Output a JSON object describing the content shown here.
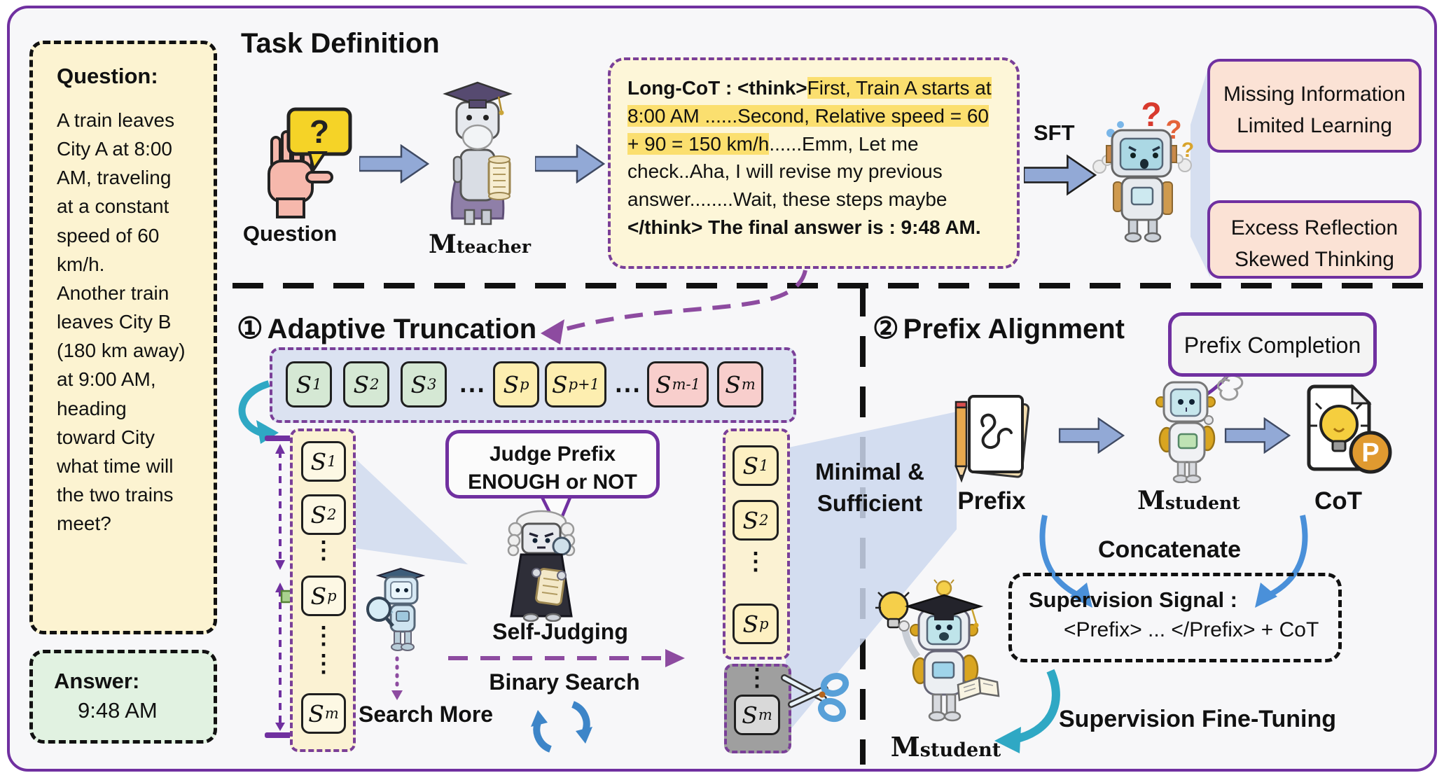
{
  "colors": {
    "purple": "#7030a0",
    "highlight": "#fbdf6f",
    "question_bg": "#fcf3d1",
    "answer_bg": "#e1f2e1",
    "cot_bg": "#fdf6d8",
    "strip_bg": "#dbe2f1",
    "chip_green": "#d5e8d4",
    "chip_yellow": "#fdeeb0",
    "chip_pink": "#f8cecc",
    "column_bg": "#fbf2d3",
    "gray_box": "#9f9f9f",
    "issue_bg": "#fbe2d5",
    "block_arrow": "#92a9d6",
    "teal": "#2fa8c4",
    "beam": "#cdd8ee"
  },
  "question_panel": {
    "title": "Question:",
    "body": "A train leaves\nCity A at 8:00\nAM, traveling\nat a constant\nspeed of 60\nkm/h.\nAnother train\nleaves City B\n(180 km away)\nat 9:00 AM,\nheading\ntoward City\nwhat time will\nthe two trains\nmeet?"
  },
  "answer_panel": {
    "title": "Answer:",
    "value": "9:48 AM"
  },
  "task_definition": {
    "title": "Task Definition",
    "question_label": "Question",
    "hand_bubble_glyph": "?",
    "teacher_label": {
      "main": "M",
      "sub": "teacher"
    },
    "long_cot": {
      "bold_open": "Long-CoT : <think>",
      "highlighted": "First, Train A starts at 8:00 AM ......Second, Relative speed = 60 + 90 = 150 km/h",
      "middle": "......Emm, Let me check..Aha, I will revise my previous answer........Wait, these steps maybe ",
      "bold_close": "</think> The final answer is : 9:48 AM."
    },
    "sft_label": "SFT",
    "issues": [
      {
        "line1": "Missing Information",
        "line2": "Limited Learning"
      },
      {
        "line1": "Excess Reflection",
        "line2": "Skewed Thinking"
      }
    ]
  },
  "adaptive_truncation": {
    "number": "①",
    "title": "Adaptive Truncation",
    "strip_items": [
      {
        "base": "S",
        "sub": "1"
      },
      {
        "base": "S",
        "sub": "2"
      },
      {
        "base": "S",
        "sub": "3"
      },
      {
        "dots": "⋯"
      },
      {
        "base": "S",
        "sub": "p"
      },
      {
        "base": "S",
        "sub": "p+1"
      },
      {
        "dots": "⋯"
      },
      {
        "base": "S",
        "sub": "m-1"
      },
      {
        "base": "S",
        "sub": "m"
      }
    ],
    "left_column": {
      "items": [
        {
          "base": "S",
          "sub": "1"
        },
        {
          "base": "S",
          "sub": "2"
        },
        {
          "dots": "⋮"
        },
        {
          "base": "S",
          "sub": "p"
        },
        {
          "dots": "⋮"
        },
        {
          "base": "S",
          "sub": "m"
        }
      ]
    },
    "judge_bubble": {
      "line1": "Judge Prefix",
      "line2": "ENOUGH or NOT"
    },
    "self_judging_label": "Self-Judging",
    "binary_search_label": "Binary Search",
    "search_more_label": "Search More",
    "right_column": {
      "items": [
        {
          "base": "S",
          "sub": "1"
        },
        {
          "base": "S",
          "sub": "2"
        },
        {
          "dots": "⋮"
        },
        {
          "base": "S",
          "sub": "p"
        }
      ]
    },
    "cut_box": {
      "dots": "⋮",
      "item": {
        "base": "S",
        "sub": "m"
      }
    },
    "minimal_sufficient": {
      "line1": "Minimal &",
      "line2": "Sufficient"
    }
  },
  "prefix_alignment": {
    "number": "②",
    "title": "Prefix Alignment",
    "bubble_label": "Prefix Completion",
    "prefix_label": "Prefix",
    "student_label": {
      "main": "M",
      "sub": "student"
    },
    "cot_label": "CoT",
    "cot_badge": "P",
    "concatenate_label": "Concatenate",
    "supervision_box": {
      "title": "Supervision Signal :",
      "body": "<Prefix> ... </Prefix> + CoT"
    },
    "student2_label": {
      "main": "M",
      "sub": "student"
    },
    "finetune_label": "Supervision Fine-Tuning"
  }
}
